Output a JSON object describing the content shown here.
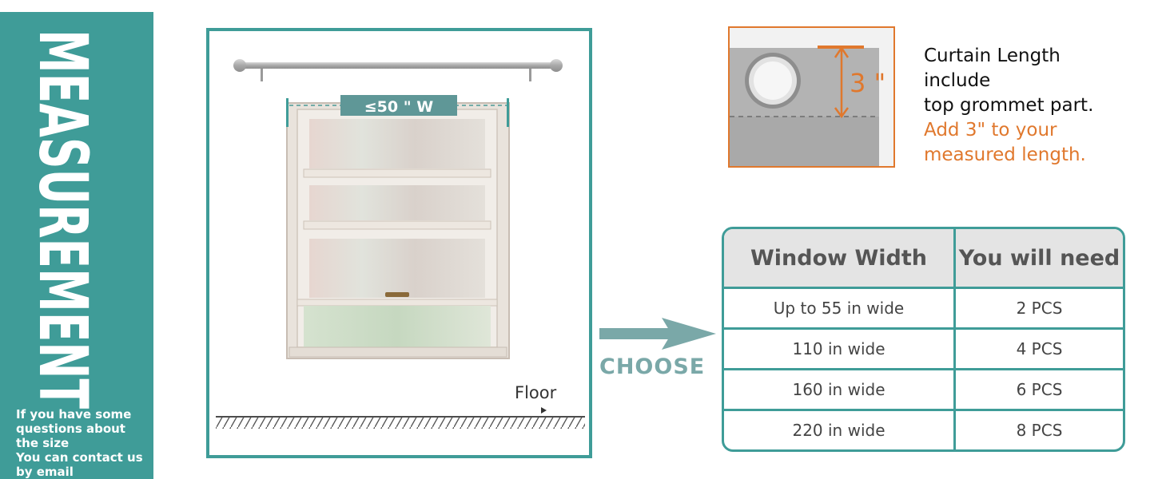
{
  "sidebar": {
    "title": "MEASUREMENT",
    "contact_text": "If you have some\nquestions about\nthe size\nYou can contact us\nby email",
    "color": "#3f9c98"
  },
  "diagram": {
    "width_label": "≤50 \" W",
    "floor_label": "Floor"
  },
  "arrow": {
    "label": "CHOOSE",
    "color": "#7aa8a8"
  },
  "grommet": {
    "measure_label": "3 \"",
    "accent": "#e0782d"
  },
  "info": {
    "line1": "Curtain Length",
    "line2": "include",
    "line3": "top grommet part.",
    "line4": "Add 3\" to your",
    "line5": "measured length."
  },
  "table": {
    "headers": [
      "Window Width",
      "You will need"
    ],
    "rows": [
      [
        "Up to 55 in wide",
        "2 PCS"
      ],
      [
        "110 in wide",
        "4 PCS"
      ],
      [
        "160 in wide",
        "6 PCS"
      ],
      [
        "220 in wide",
        "8 PCS"
      ]
    ]
  }
}
